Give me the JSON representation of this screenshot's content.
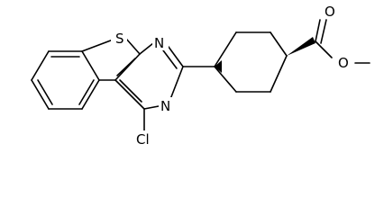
{
  "molecule": {
    "atoms": {
      "sulfur": "S",
      "nitrogen_top": "N",
      "nitrogen_bottom": "N",
      "chlorine": "Cl",
      "oxygen_carbonyl": "O",
      "oxygen_ester": "O"
    },
    "colors": {
      "bond": "#000000",
      "label": "#000000",
      "background": "#ffffff"
    }
  }
}
